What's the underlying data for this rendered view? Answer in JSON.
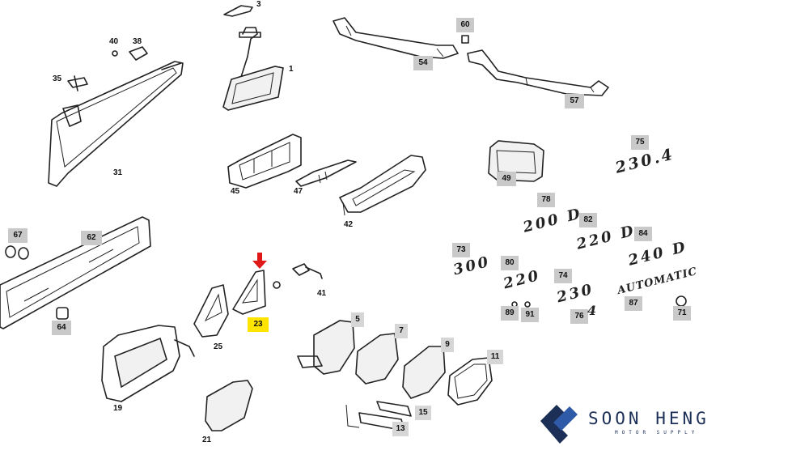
{
  "callouts_plain": [
    "3",
    "40",
    "38",
    "1",
    "35",
    "31",
    "45",
    "47",
    "42",
    "25",
    "19",
    "21",
    "5",
    "7",
    "9",
    "11",
    "13",
    "15"
  ],
  "callouts_boxed": [
    "60",
    "54",
    "57",
    "49",
    "75",
    "78",
    "82",
    "84",
    "73",
    "80",
    "74",
    "89",
    "91",
    "76",
    "87",
    "71",
    "67",
    "62",
    "64"
  ],
  "callout_highlight": "23",
  "part_41": "41",
  "brand": {
    "name": "SOON HENG",
    "tagline": "MOTOR SUPPLY",
    "color": "#1c2f57",
    "accent": "#2f5aa8"
  },
  "emblems": {
    "e75": "230.4",
    "e78": "200 D",
    "e82": "220 D",
    "e84": "240 D",
    "e73": "300",
    "e80": "220",
    "e74": "230",
    "e76": "4",
    "e87": "AUTOMATIC"
  },
  "arrow_color": "#e11818",
  "highlight_color": "#ffe400"
}
